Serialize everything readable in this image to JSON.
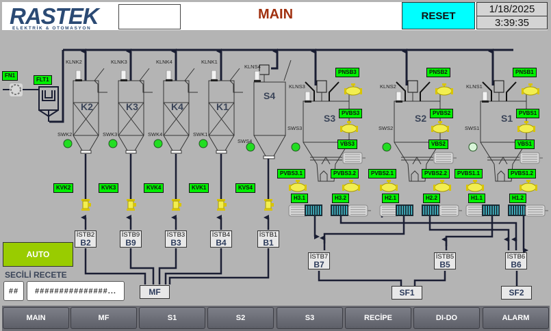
{
  "header": {
    "logo_text": "RASTEK",
    "logo_subtitle": "ELEKTRİK & OTOMASYON",
    "title": "MAIN",
    "reset_label": "RESET",
    "date": "1/18/2025",
    "time": "3:39:35"
  },
  "colors": {
    "active_green": "#00f000",
    "auto_green": "#99cc00",
    "reset_cyan": "#00ffff",
    "title_red": "#a0300f",
    "background": "#b4b4b4"
  },
  "equipment": {
    "fan": "FN1",
    "filter": "FLT1",
    "silos_k": [
      {
        "name": "K2",
        "valve": "KLNK2",
        "sensor": "SWK2",
        "gate": "KVK2",
        "scale_a": "İSTB2",
        "scale_b": "B2"
      },
      {
        "name": "K3",
        "valve": "KLNK3",
        "sensor": "SWK3",
        "gate": "KVK3",
        "scale_a": "İSTB9",
        "scale_b": "B9"
      },
      {
        "name": "K4",
        "valve": "KLNK4",
        "sensor": "SWK4",
        "gate": "KVK4",
        "scale_a": "İSTB3",
        "scale_b": "B3"
      },
      {
        "name": "K1",
        "valve": "KLNK1",
        "sensor": "SWK1",
        "gate": "KVK1",
        "scale_a": "İSTB4",
        "scale_b": "B4"
      }
    ],
    "silo_s4": {
      "name": "S4",
      "valve": "KLNS4",
      "sensor": "SWS4",
      "gate": "KVS4",
      "scale_a": "İSTB1",
      "scale_b": "B1"
    },
    "silos_s": [
      {
        "name": "S3",
        "valve": "KLNS3",
        "sensor": "SWS3",
        "pnsb": "PNSB3",
        "pvbs": "PVBS3",
        "vbs": "VBS3",
        "pv1": "PVBS3.1",
        "pv2": "PVBS3.2",
        "h1": "H3.1",
        "h2": "H3.2"
      },
      {
        "name": "S2",
        "valve": "KLNS2",
        "sensor": "SWS2",
        "pnsb": "PNSB2",
        "pvbs": "PVBS2",
        "vbs": "VBS2",
        "pv1": "PVBS2.1",
        "pv2": "PVBS2.2",
        "h1": "H2.1",
        "h2": "H2.2"
      },
      {
        "name": "S1",
        "valve": "KLNS1",
        "sensor": "SWS1",
        "pnsb": "PNSB1",
        "pvbs": "PVBS1",
        "vbs": "VBS1",
        "pv1": "PVBS1.1",
        "pv2": "PVBS1.2",
        "h1": "H1.1",
        "h2": "H1.2"
      }
    ],
    "lower_scales": [
      {
        "a": "İSTB7",
        "b": "B7"
      },
      {
        "a": "İSTB5",
        "b": "B5"
      },
      {
        "a": "İSTB6",
        "b": "B6"
      }
    ],
    "mixers": {
      "mf": "MF",
      "sf1": "SF1",
      "sf2": "SF2"
    }
  },
  "control": {
    "mode_label": "AUTO",
    "recipe_label": "SECİLİ RECETE",
    "recipe_no": "##",
    "recipe_name": "###############..."
  },
  "nav": {
    "items": [
      "MAIN",
      "MF",
      "S1",
      "S2",
      "S3",
      "RECİPE",
      "DI-DO",
      "ALARM"
    ]
  }
}
